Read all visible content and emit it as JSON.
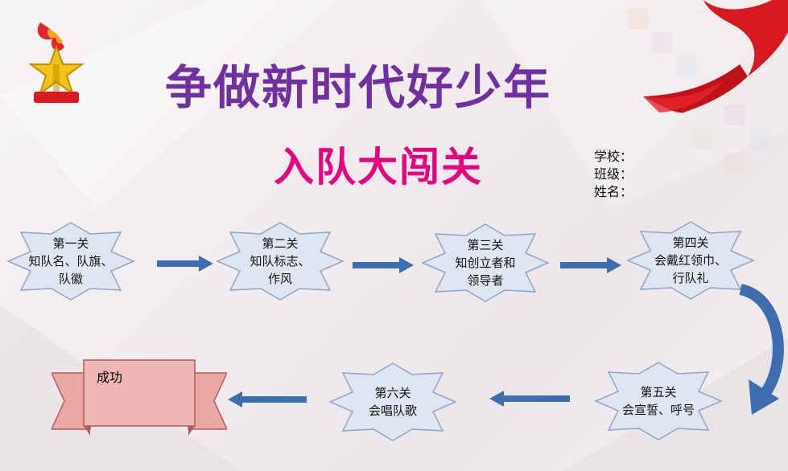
{
  "title": "争做新时代好少年",
  "subtitle": "入队大闯关",
  "info": {
    "school": "学校：",
    "class": "班级：",
    "name": "姓名："
  },
  "nodes": [
    {
      "line1": "第一关",
      "line2": "知队名、队旗、",
      "line3": "队徽"
    },
    {
      "line1": "第二关",
      "line2": "知队标志、",
      "line3": "作风"
    },
    {
      "line1": "第三关",
      "line2": "知创立者和",
      "line3": "领导者"
    },
    {
      "line1": "第四关",
      "line2": "会戴红领巾、",
      "line3": "行队礼"
    },
    {
      "line1": "第五关",
      "line2": "会宣誓、呼号",
      "line3": ""
    },
    {
      "line1": "第六关",
      "line2": "会唱队歌",
      "line3": ""
    }
  ],
  "success_label": "成功",
  "colors": {
    "title": "#7030a0",
    "subtitle": "#e6007e",
    "node_fill": "#dfe6f1",
    "node_stroke": "#8ea6c9",
    "arrow": "#3f6eb0",
    "banner": "#e9a8a6",
    "banner_stroke": "#b55a5a",
    "scarf": "#d71920"
  },
  "icons": {
    "emblem": "young-pioneers-emblem-icon",
    "scarf": "red-scarf-icon"
  }
}
